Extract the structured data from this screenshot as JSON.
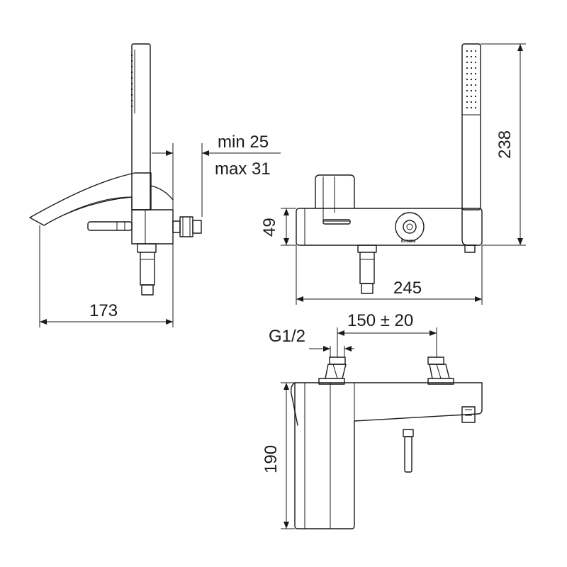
{
  "dimensions": {
    "min_reach": "min 25",
    "max_reach": "max 31",
    "spout_length": "173",
    "body_height": "49",
    "body_width": "245",
    "handshower_height": "238",
    "connection": "G1/2",
    "centers": "150 ± 20",
    "front_height": "190"
  },
  "branding": {
    "logo_text": "BOSSINI"
  },
  "colors": {
    "line": "#1a1a1a",
    "background": "#ffffff"
  }
}
